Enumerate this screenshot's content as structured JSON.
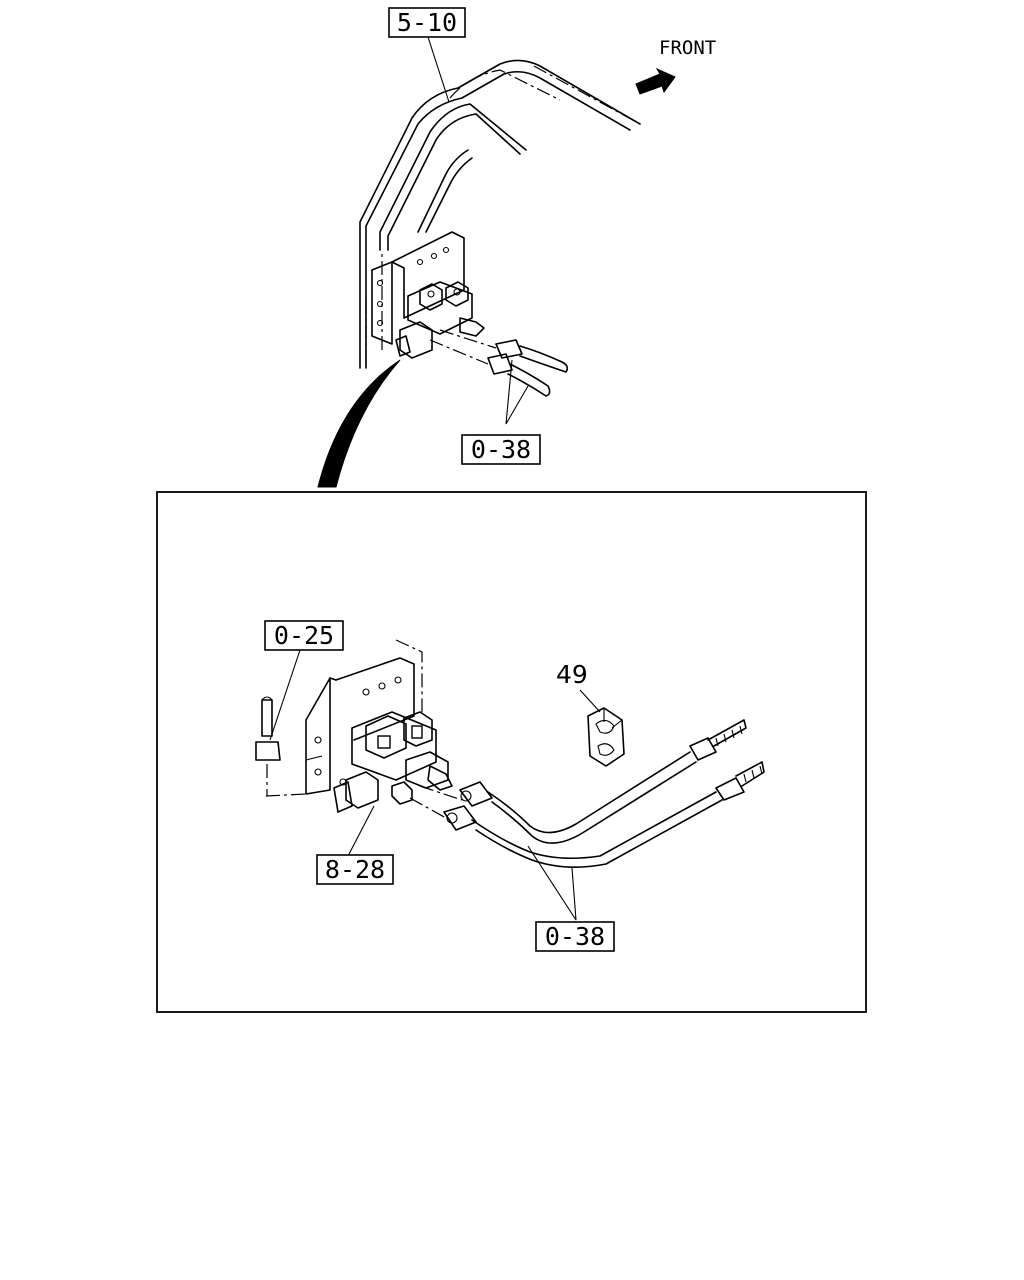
{
  "diagram": {
    "labels": {
      "front": "FRONT",
      "ref_5_10": "5-10",
      "ref_0_38_top": "0-38",
      "ref_0_25": "0-25",
      "ref_8_28": "8-28",
      "ref_0_38_bottom": "0-38",
      "part_49": "49"
    },
    "colors": {
      "line": "#000000",
      "background": "#ffffff"
    },
    "icons": [
      "front-arrow-icon"
    ]
  }
}
